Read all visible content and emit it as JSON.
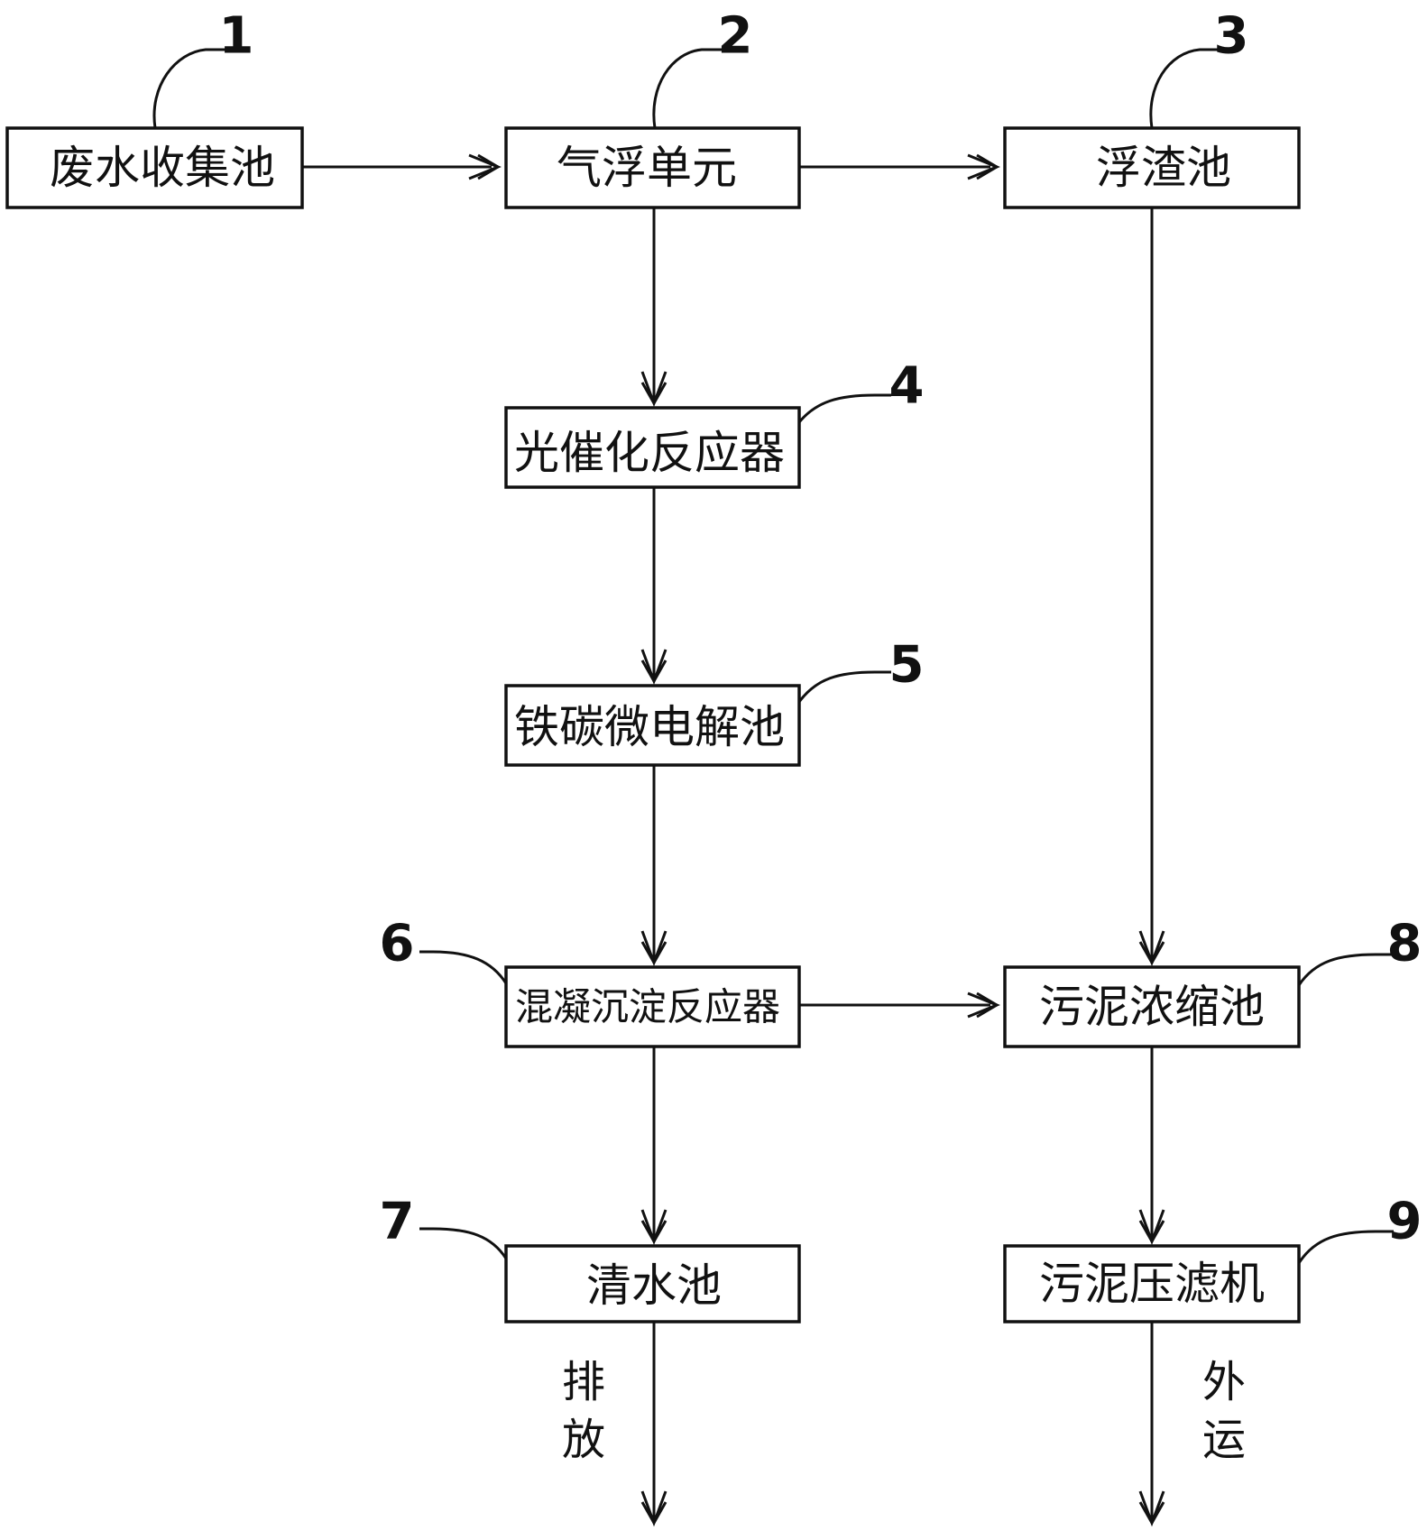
{
  "boxes": {
    "b1": "废水收集池",
    "b2": "气浮单元",
    "b3": "浮渣池",
    "b4": "光催化反应器",
    "b5": "铁碳微电解池",
    "b6": "混凝沉淀反应器",
    "b7": "清水池",
    "b8": "污泥浓缩池",
    "b9": "污泥压滤机"
  },
  "numbers": {
    "n1": "1",
    "n2": "2",
    "n3": "3",
    "n4": "4",
    "n5": "5",
    "n6": "6",
    "n7": "7",
    "n8": "8",
    "n9": "9"
  },
  "outputs": {
    "discharge_1": "排",
    "discharge_2": "放",
    "transport_1": "外",
    "transport_2": "运"
  }
}
